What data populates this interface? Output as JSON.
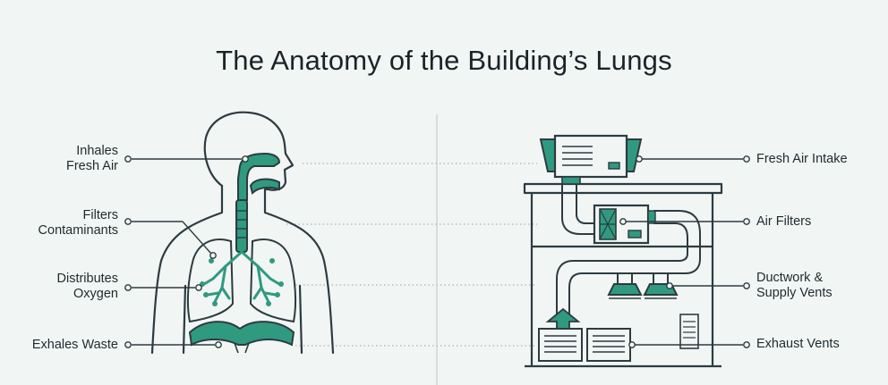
{
  "title": "The Anatomy of the Building’s Lungs",
  "left_labels": [
    {
      "line1": "Inhales",
      "line2": "Fresh Air"
    },
    {
      "line1": "Filters",
      "line2": "Contaminants"
    },
    {
      "line1": "Distributes",
      "line2": "Oxygen"
    },
    {
      "line1": "Exhales Waste",
      "line2": ""
    }
  ],
  "right_labels": [
    {
      "line1": "Fresh Air Intake",
      "line2": ""
    },
    {
      "line1": "Air Filters",
      "line2": ""
    },
    {
      "line1": "Ductwork &",
      "line2": "Supply Vents"
    },
    {
      "line1": "Exhaust Vents",
      "line2": ""
    }
  ],
  "colors": {
    "accent": "#2f9a80",
    "outline": "#2d3b40",
    "background": "#f1f5f4",
    "divider": "#c8cfcd",
    "dotted": "#b6bebc"
  }
}
